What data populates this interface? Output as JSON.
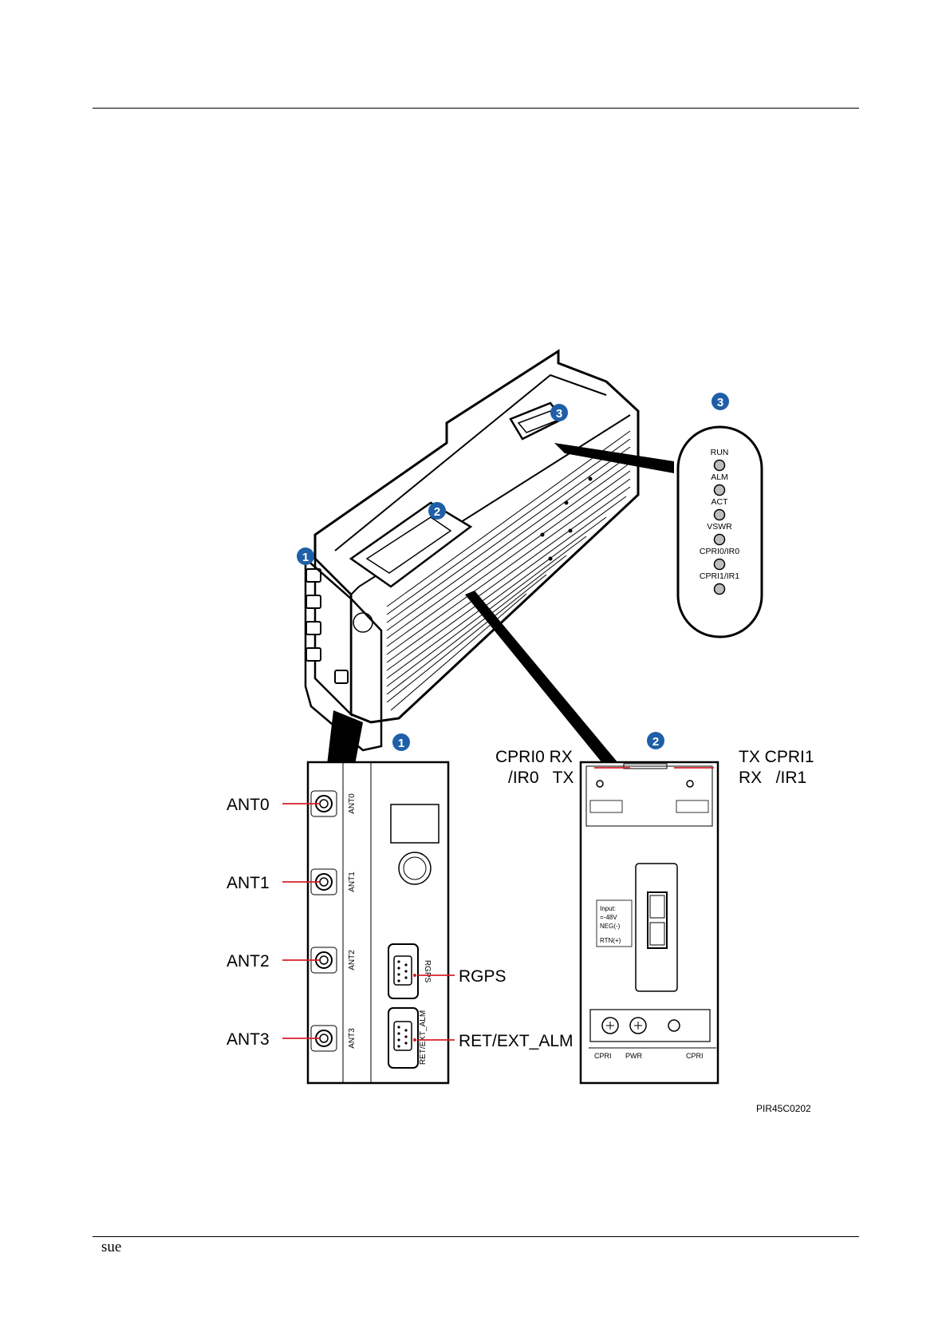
{
  "footer": {
    "text": "sue"
  },
  "figure": {
    "code": "PIR45C0202",
    "callouts": {
      "c1": "1",
      "c2": "2",
      "c3": "3",
      "c1b": "1",
      "c2b": "2",
      "c3b": "3"
    },
    "leds": [
      "RUN",
      "ALM",
      "ACT",
      "VSWR",
      "CPRI0/IR0",
      "CPRI1/IR1"
    ],
    "panel1": {
      "ports": [
        "ANT0",
        "ANT1",
        "ANT2",
        "ANT3"
      ],
      "silk": [
        "ANT0",
        "ANT1",
        "ANT2",
        "ANT3"
      ],
      "rgps_silk": "RGPS",
      "ret_silk": "RET/EXT_ALM",
      "rgps_label": "RGPS",
      "ret_label": "RET/EXT_ALM"
    },
    "panel2": {
      "left_line1": "CPRI0 RX",
      "left_line2": "/IR0   TX",
      "right_line1": "TX CPRI1",
      "right_line2": "RX   /IR1",
      "power_text": [
        "Input:",
        "=-48V",
        "NEG(-)",
        "RTN(+)"
      ],
      "bottom": [
        "CPRI",
        "PWR",
        "CPRI"
      ]
    }
  }
}
